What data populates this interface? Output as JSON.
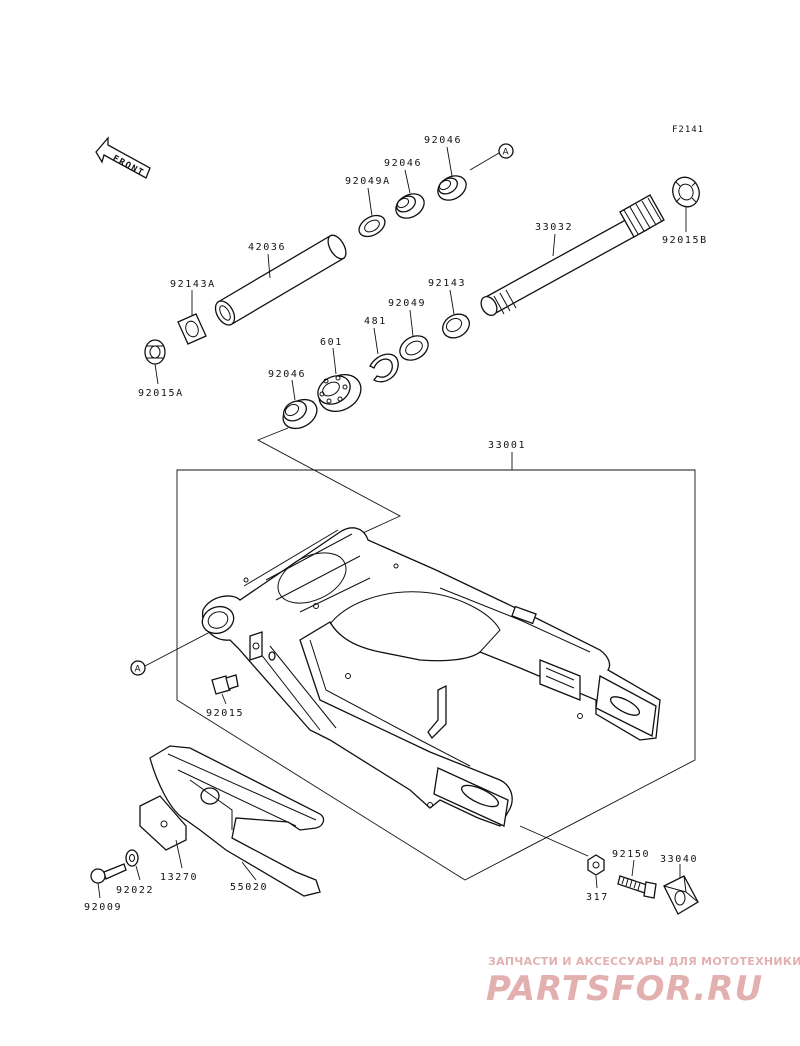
{
  "figure_ref": "F2141",
  "front_label": "FRONT",
  "callout_letter": "A",
  "parts": {
    "p92046_top": "92046",
    "p92046_mid": "92046",
    "p92049A": "92049A",
    "p42036": "42036",
    "p92143A": "92143A",
    "p92015A": "92015A",
    "p33032": "33032",
    "p92015B": "92015B",
    "p92143": "92143",
    "p92049": "92049",
    "p481": "481",
    "p601": "601",
    "p92046_low": "92046",
    "p33001": "33001",
    "p92015": "92015",
    "p92009": "92009",
    "p92022": "92022",
    "p13270": "13270",
    "p55020": "55020",
    "p317": "317",
    "p92150": "92150",
    "p33040": "33040"
  },
  "watermark": {
    "tagline": "ЗАПЧАСТИ И АКСЕССУАРЫ ДЛЯ МОТОТЕХНИКИ",
    "logo": "PARTSFOR.RU"
  },
  "colors": {
    "line": "#111111",
    "watermark": "#e3b0b0",
    "background": "#ffffff"
  }
}
